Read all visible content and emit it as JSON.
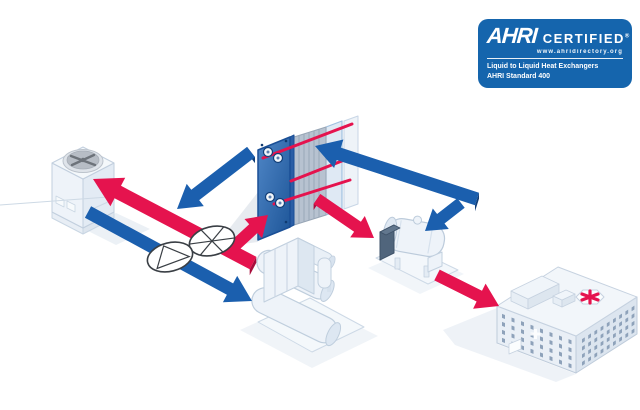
{
  "badge": {
    "brand": "AHRI",
    "certified": "CERTIFIED",
    "registered": "®",
    "url": "www.ahridirectory.org",
    "program_line1": "Liquid to Liquid Heat Exchangers",
    "program_line2": "AHRI Standard 400",
    "background_color": "#1565ad",
    "text_color": "#ffffff"
  },
  "diagram": {
    "description": "Isometric schematic of a liquid-to-liquid plate heat exchanger system linking a cooling tower, chillers, pumps and a hospital building",
    "components": [
      "cooling-tower",
      "plate-heat-exchanger",
      "chiller",
      "condenser-water-pump",
      "chilled-water-pump",
      "packaged-chiller",
      "hospital-building"
    ],
    "colors": {
      "hot_flow": "#e5134e",
      "cold_flow": "#1b5fae"
    },
    "flows": [
      {
        "from": "chiller",
        "to": "cooling-tower",
        "line": "hot"
      },
      {
        "from": "chiller-loop",
        "to": "plate-heat-exchanger",
        "line": "hot"
      },
      {
        "from": "plate-heat-exchanger",
        "to": "packaged-chiller",
        "line": "hot"
      },
      {
        "from": "packaged-chiller",
        "to": "hospital-building",
        "line": "hot"
      },
      {
        "from": "cooling-tower",
        "to": "chiller",
        "line": "cold"
      },
      {
        "from": "plate-heat-exchanger",
        "to": "cooling-tower-loop",
        "line": "cold"
      },
      {
        "from": "hospital-building",
        "to": "plate-heat-exchanger",
        "line": "cold"
      },
      {
        "from": "building-loop",
        "to": "packaged-chiller",
        "line": "cold"
      }
    ]
  }
}
